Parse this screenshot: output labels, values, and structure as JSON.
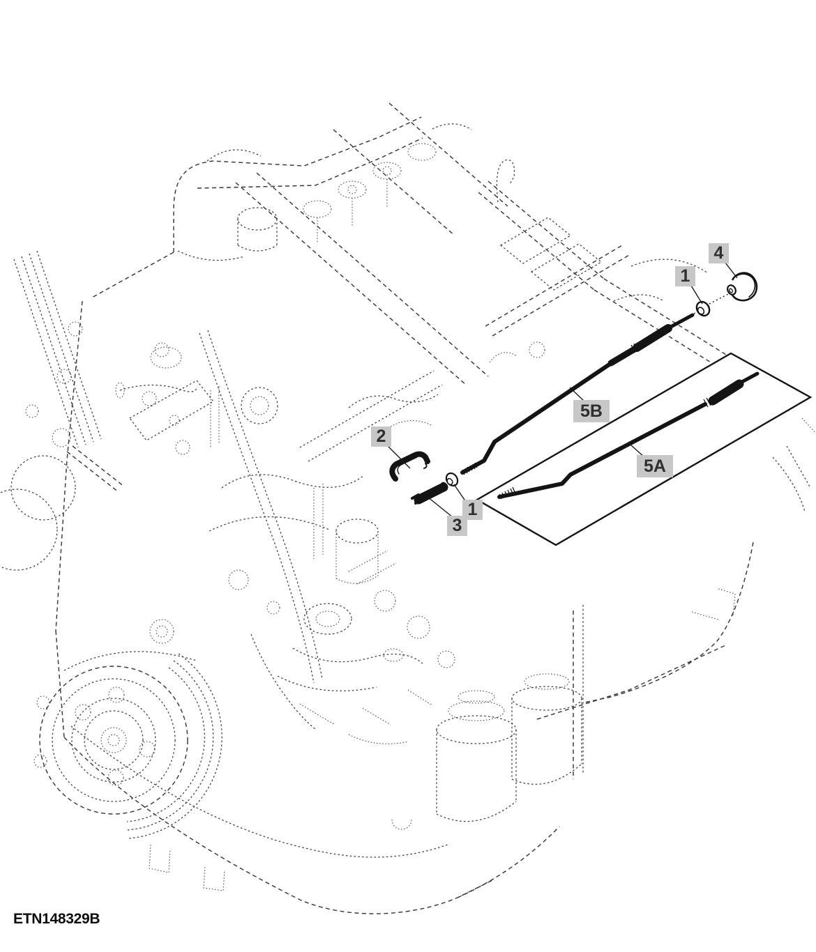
{
  "figure": {
    "type": "exploded-parts-diagram",
    "subject": "engine dipstick and tube assembly on diesel engine (phantom view)",
    "callouts": {
      "c4": "4",
      "c1_top": "1",
      "c5b": "5B",
      "c5a": "5A",
      "c2": "2",
      "c3": "3",
      "c1_low": "1"
    },
    "footer": {
      "drawing_number": "ETN148329B"
    },
    "colors": {
      "background": "#ffffff",
      "line": "#1a1a1a",
      "phantom_line": "#3d3d3d",
      "callout_bg": "#c7c7c7",
      "callout_text": "#2f2f2f"
    }
  }
}
